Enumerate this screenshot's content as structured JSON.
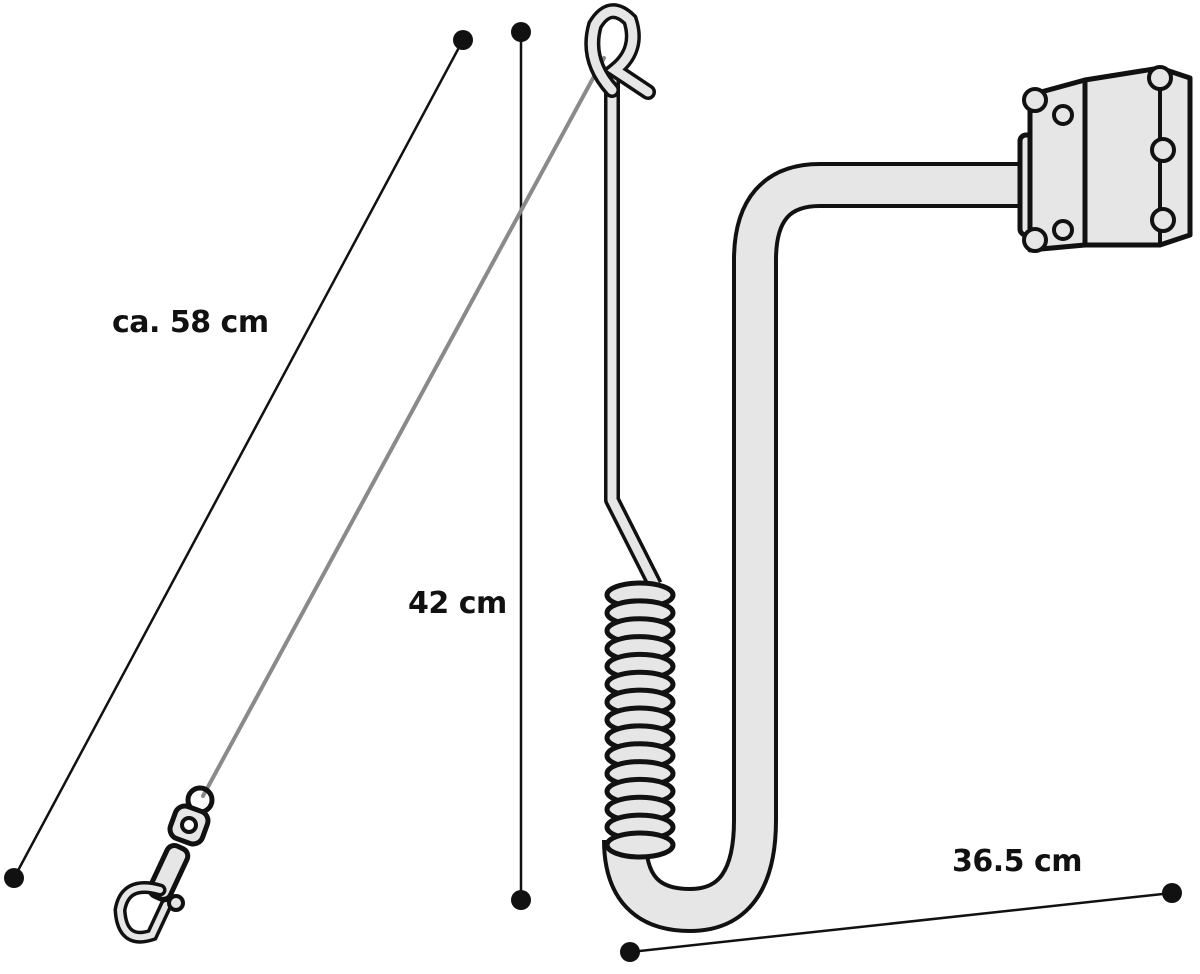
{
  "dimensions": {
    "cable_length": "ca. 58 cm",
    "height": "42 cm",
    "arm_length": "36.5 cm"
  },
  "colors": {
    "line": "#111111",
    "cable": "#8a8a8a",
    "metal_fill": "#e6e6e6",
    "background": "#ffffff"
  }
}
